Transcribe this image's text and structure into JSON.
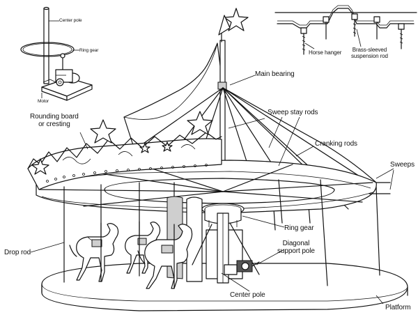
{
  "labels": {
    "center_pole_inset": "Center pole",
    "ring_gear_inset": "Ring gear",
    "motor": "Motor",
    "horse_hanger": "Horse hanger",
    "brass_rod_line1": "Brass-sleeved",
    "brass_rod_line2": "suspension rod",
    "main_bearing": "Main bearing",
    "sweep_stay_rods": "Sweep stay rods",
    "rounding_board_line1": "Rounding board",
    "rounding_board_line2": "or cresting",
    "cranking_rods": "Cranking rods",
    "sweeps": "Sweeps",
    "ring_gear": "Ring gear",
    "diagonal_line1": "Diagonal",
    "diagonal_line2": "support pole",
    "drop_rod": "Drop rod",
    "center_pole": "Center pole",
    "platform": "Platform"
  }
}
